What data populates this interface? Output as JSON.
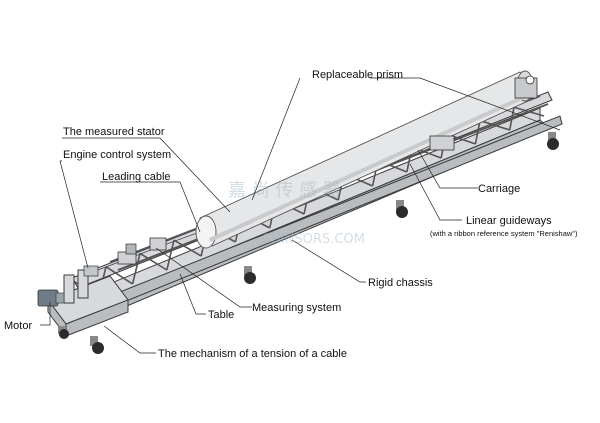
{
  "labels": {
    "replaceable_prism": "Replaceable prism",
    "measured_stator": "The measured stator",
    "engine_control_system": "Engine control system",
    "leading_cable": "Leading cable",
    "carriage": "Carriage",
    "linear_guideways": "Linear guideways",
    "linear_guideways_note": "(with a ribbon reference system \"Renishaw\")",
    "rigid_chassis": "Rigid chassis",
    "measuring_system": "Measuring system",
    "table": "Table",
    "motor": "Motor",
    "cable_tension_mechanism": "The mechanism of a tension of a cable"
  },
  "watermark": {
    "line1": "嘉 尚 传 感 器",
    "line2": "CHINSORS.COM"
  },
  "colors": {
    "frame": "#d7d9dc",
    "frame_dark": "#b9bcc0",
    "stator": "#e6e7e8",
    "motor": "#6f7c88",
    "wheel": "#2b2b2b"
  }
}
